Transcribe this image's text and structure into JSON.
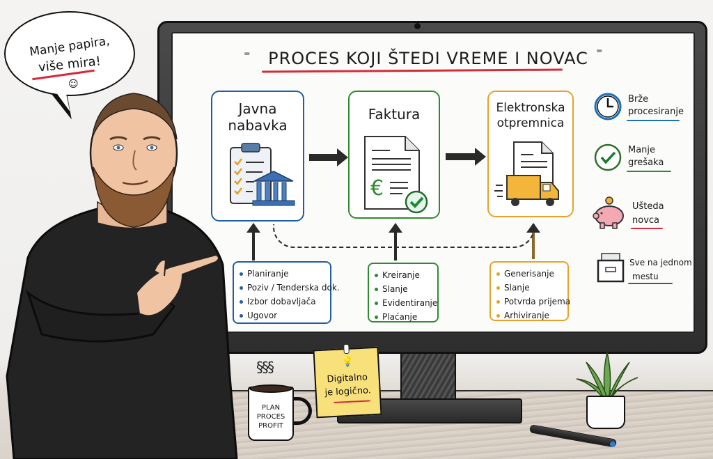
{
  "speech_bubble": {
    "line1": "Manje papira,",
    "line2": "više mira!",
    "emoticon": "☺",
    "underline_color": "#d62a3a"
  },
  "screen": {
    "title": "PROCES KOJI ŠTEDI VREME I NOVAC",
    "title_underline_color": "#d62a3a",
    "process": [
      {
        "title_line1": "Javna",
        "title_line2": "nabavka",
        "icon": "clipboard-bank-icon",
        "color": "#1f5ea0",
        "steps": [
          "Planiranje",
          "Poziv / Tenderska dok.",
          "Izbor dobavljača",
          "Ugovor"
        ]
      },
      {
        "title_line1": "Faktura",
        "title_line2": "",
        "icon": "invoice-euro-check-icon",
        "color": "#2f8a2f",
        "steps": [
          "Kreiranje",
          "Slanje",
          "Evidentiranje",
          "Plaćanje"
        ]
      },
      {
        "title_line1": "Elektronska",
        "title_line2": "otpremnica",
        "icon": "document-truck-icon",
        "color": "#e8a22a",
        "steps": [
          "Generisanje",
          "Slanje",
          "Potvrda prijema",
          "Arhiviranje"
        ]
      }
    ],
    "benefits": [
      {
        "line1": "Brže",
        "line2": "procesiranje",
        "icon": "clock-icon",
        "color": "#1f6fb5"
      },
      {
        "line1": "Manje",
        "line2": "grešaka",
        "icon": "check-circle-icon",
        "color": "#2f8a2f"
      },
      {
        "line1": "Ušteda",
        "line2": "novca",
        "icon": "piggy-bank-icon",
        "color": "#d62a3a"
      },
      {
        "line1": "Sve na jednom",
        "line2": "mestu",
        "icon": "archive-box-icon",
        "color": "#555555"
      }
    ]
  },
  "desk": {
    "mug_text": [
      "PLAN",
      "PROCES",
      "PROFIT"
    ],
    "sticky_note": {
      "line1": "Digitalno",
      "line2": "je logično."
    }
  }
}
